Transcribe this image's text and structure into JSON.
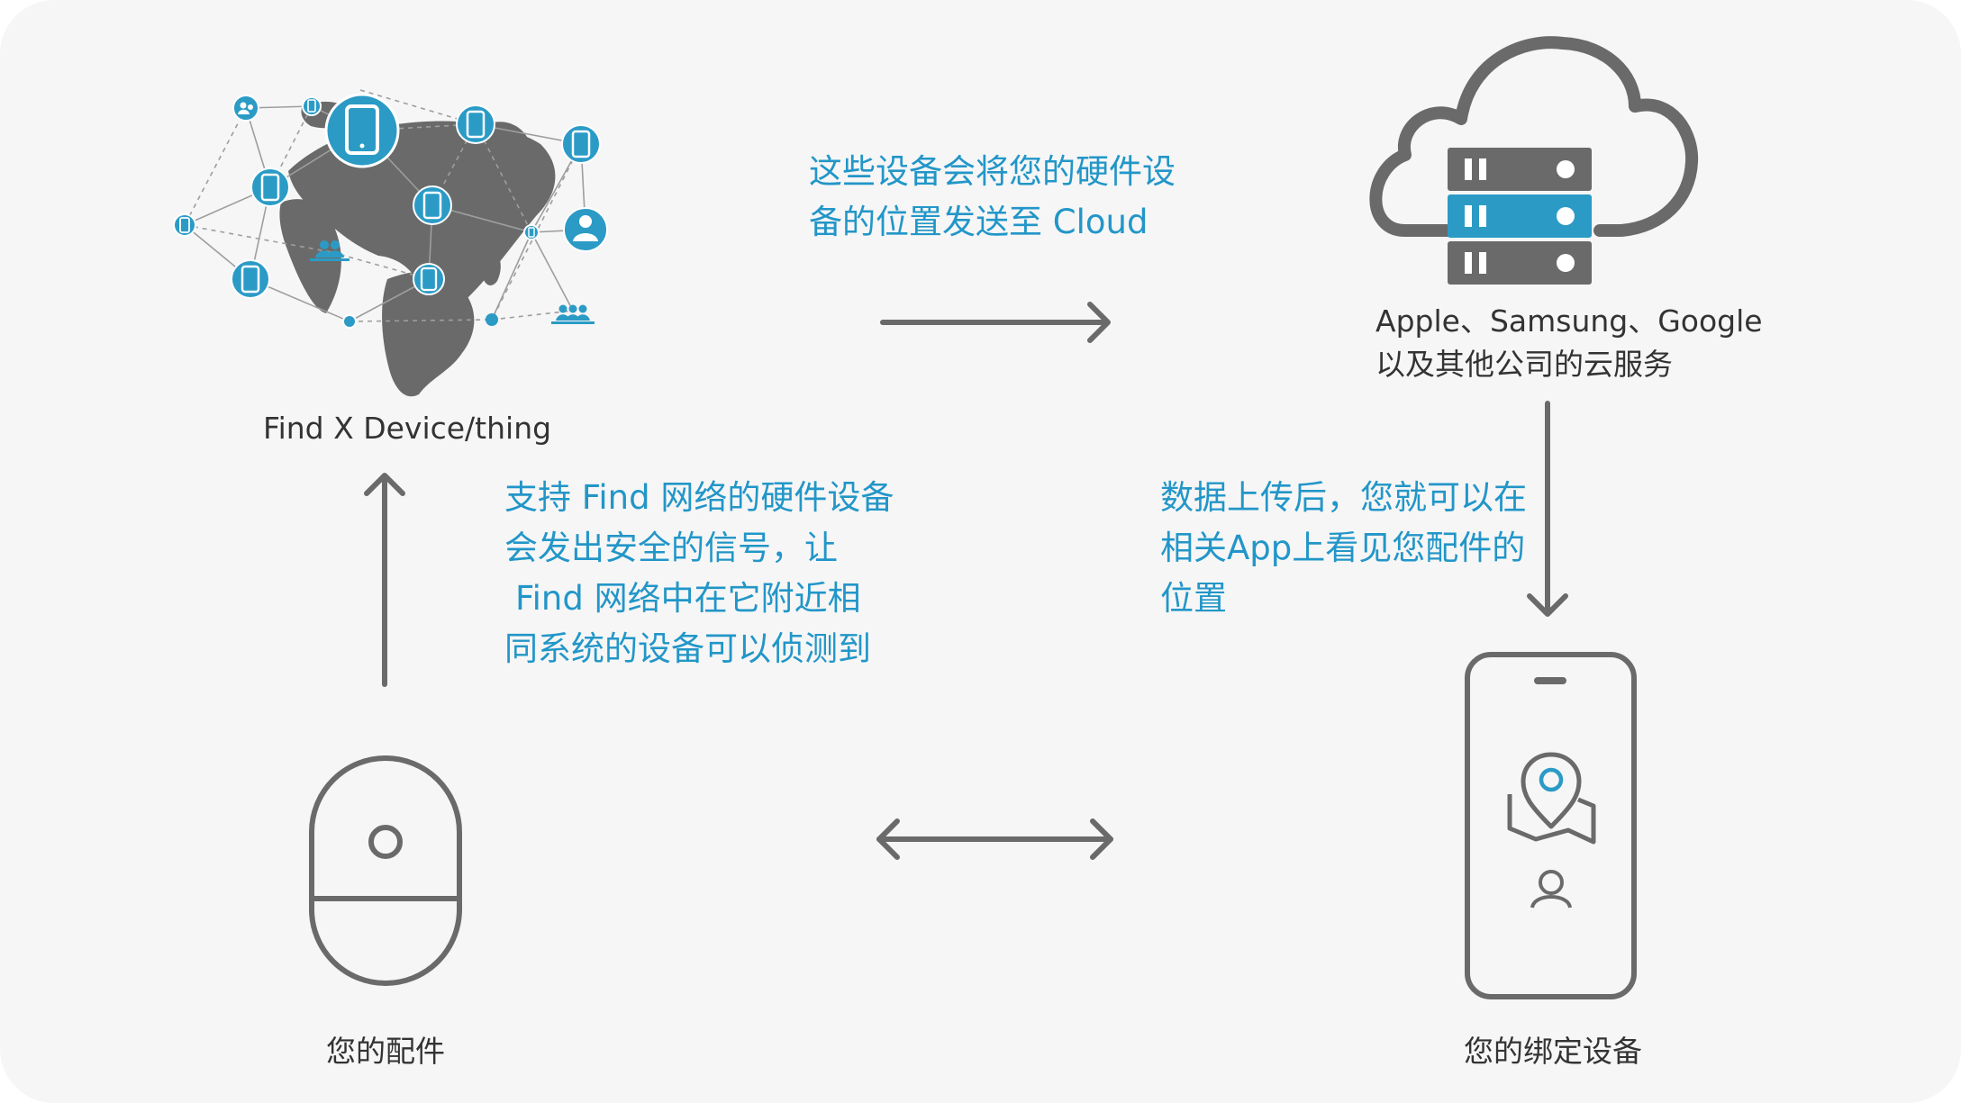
{
  "colors": {
    "accent": "#2b9bc6",
    "icon_gray": "#6a6a6a",
    "background": "#f6f6f6",
    "text_blue": "#2296c8",
    "text_dark": "#333333"
  },
  "nodes": {
    "network": {
      "label": "Find X Device/thing"
    },
    "cloud": {
      "line1": "Apple、Samsung、Google",
      "line2": "以及其他公司的云服务"
    },
    "accessory": {
      "label": "您的配件"
    },
    "phone": {
      "label": "您的绑定设备"
    }
  },
  "messages": {
    "to_cloud": {
      "line1": "这些设备会将您的硬件设",
      "line2": "备的位置发送至 Cloud"
    },
    "signal": {
      "line1": "支持 Find 网络的硬件设备",
      "line2": "会发出安全的信号，让",
      "line3": "Find 网络中在它附近相",
      "line4": "同系统的设备可以侦测到"
    },
    "upload": {
      "line1": "数据上传后，您就可以在",
      "line2": "相关App上看见您配件的",
      "line3": "位置"
    }
  }
}
